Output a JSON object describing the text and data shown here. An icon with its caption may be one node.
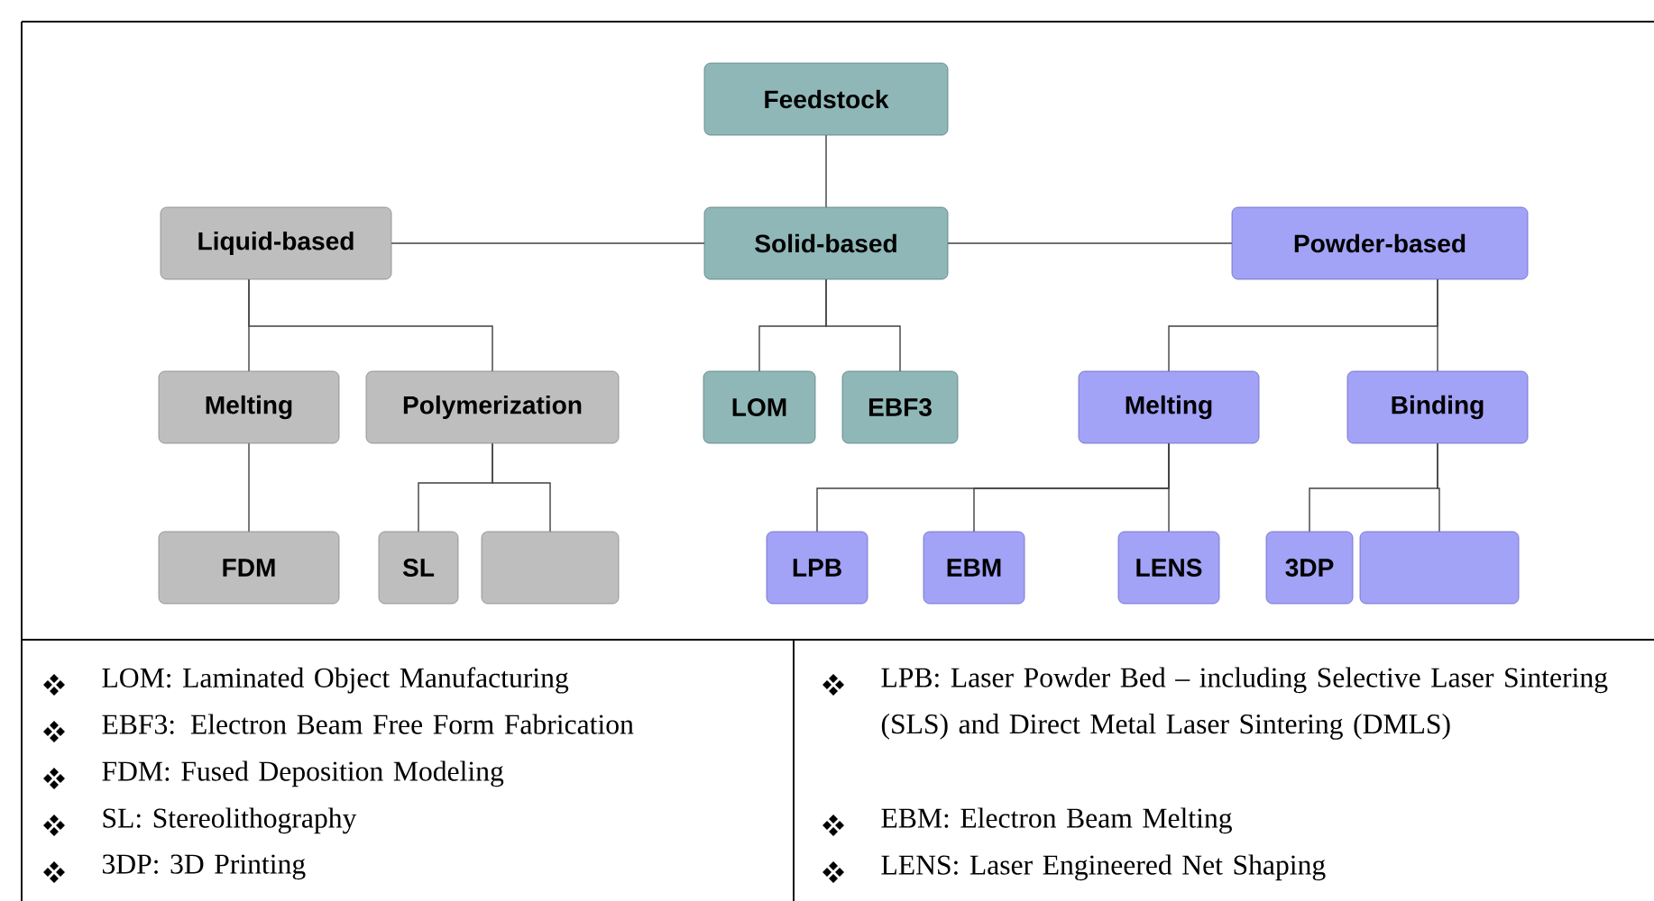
{
  "diagram": {
    "nodes": [
      {
        "text": [
          "Feedstock"
        ]
      },
      {
        "text": [
          "Liquid-based"
        ]
      },
      {
        "text": [
          "Solid-based"
        ]
      },
      {
        "text": [
          "Powder-based"
        ]
      },
      {
        "text": [
          "Melting"
        ]
      },
      {
        "text": [
          "Polymerization"
        ]
      },
      {
        "text": [
          "LOM"
        ]
      },
      {
        "text": [
          "EBF3"
        ]
      },
      {
        "text": [
          "Melting"
        ]
      },
      {
        "text": [
          "Binding"
        ]
      },
      {
        "text": [
          "FDM"
        ]
      },
      {
        "text": [
          "SL"
        ]
      },
      {
        "text": [],
        "shape": "box"
      },
      {
        "text": [
          "LPB"
        ]
      },
      {
        "text": [
          "EBM"
        ]
      },
      {
        "text": [
          "LENS"
        ]
      },
      {
        "text": [
          "3DP"
        ]
      },
      {
        "text": [],
        "shape": "box"
      }
    ],
    "edges": [
      {
        "from": 0,
        "to": 2,
        "arrow": "none"
      },
      {
        "from": 2,
        "to": 1,
        "arrow": "none"
      },
      {
        "from": 2,
        "to": 3,
        "arrow": "none"
      },
      {
        "from": 1,
        "to": 4,
        "arrow": "none"
      },
      {
        "from": 1,
        "to": 5,
        "arrow": "none"
      },
      {
        "from": 2,
        "to": 6,
        "arrow": "none"
      },
      {
        "from": 2,
        "to": 7,
        "arrow": "none"
      },
      {
        "from": 3,
        "to": 8,
        "arrow": "none"
      },
      {
        "from": 3,
        "to": 9,
        "arrow": "none"
      },
      {
        "from": 4,
        "to": 10,
        "arrow": "none"
      },
      {
        "from": 5,
        "to": 11,
        "arrow": "none"
      },
      {
        "from": 5,
        "to": 12,
        "arrow": "none"
      },
      {
        "from": 8,
        "to": 13,
        "arrow": "none"
      },
      {
        "from": 8,
        "to": 14,
        "arrow": "none"
      },
      {
        "from": 8,
        "to": 15,
        "arrow": "none"
      },
      {
        "from": 9,
        "to": 16,
        "arrow": "none"
      },
      {
        "from": 9,
        "to": 17,
        "arrow": "none"
      }
    ],
    "labels": [
      "LOM: Laminated Object Manufacturing",
      "EBF3: Electron Beam Free Form Fabrication",
      "FDM: Fused Deposition Modeling",
      "SL: Stereolithography",
      "3DP: 3D Printing",
      "LPB: Laser Powder Bed – including Selective Laser Sintering (SLS) and Direct Metal Laser Sintering (DMLS)",
      "EBM: Electron Beam Melting",
      "LENS: Laser Engineered Net Shaping"
    ]
  }
}
